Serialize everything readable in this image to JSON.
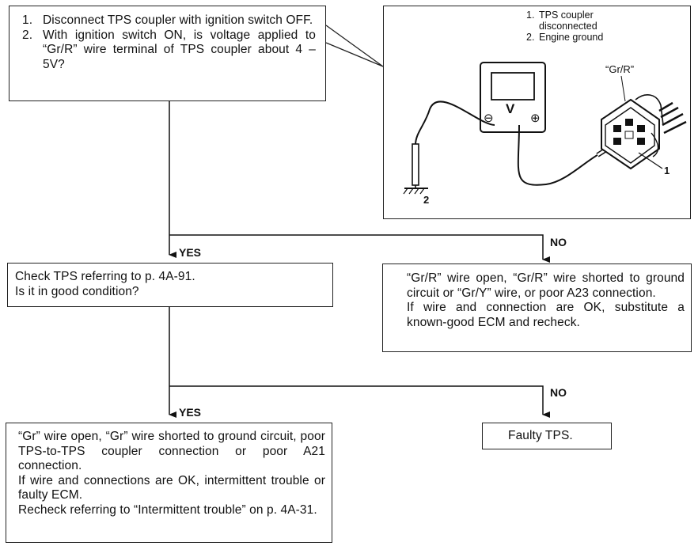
{
  "box1": {
    "steps": [
      {
        "num": "1.",
        "text": "Disconnect TPS coupler with ignition switch OFF."
      },
      {
        "num": "2.",
        "text": "With ignition switch ON, is voltage applied to “Gr/R” wire terminal of TPS coupler about 4 – 5V?"
      }
    ]
  },
  "figure": {
    "legend": [
      {
        "num": "1.",
        "text": "TPS coupler\ndisconnected"
      },
      {
        "num": "2.",
        "text": "Engine ground"
      }
    ],
    "wire_label": "“Gr/R”",
    "meter_label": "V",
    "minus_symbol": "⊖",
    "plus_symbol": "⊕",
    "callout_1": "1",
    "callout_2": "2"
  },
  "branch1": {
    "yes": "YES",
    "no": "NO"
  },
  "box2": {
    "text": "Check TPS referring to p. 4A-91.\nIs it in good condition?"
  },
  "box3": {
    "text": "“Gr/R” wire open, “Gr/R” wire shorted to ground circuit or “Gr/Y” wire, or poor A23 connection.\nIf wire and connection are OK, substitute a known-good ECM and recheck."
  },
  "branch2": {
    "yes": "YES",
    "no": "NO"
  },
  "box4": {
    "text": "“Gr” wire open, “Gr” wire shorted to ground circuit, poor TPS-to-TPS coupler connection or poor A21 connection.\nIf wire and connections are OK, intermittent trouble or faulty ECM.\nRecheck referring to “Intermittent trouble” on p. 4A-31."
  },
  "box5": {
    "text": "Faulty TPS."
  }
}
